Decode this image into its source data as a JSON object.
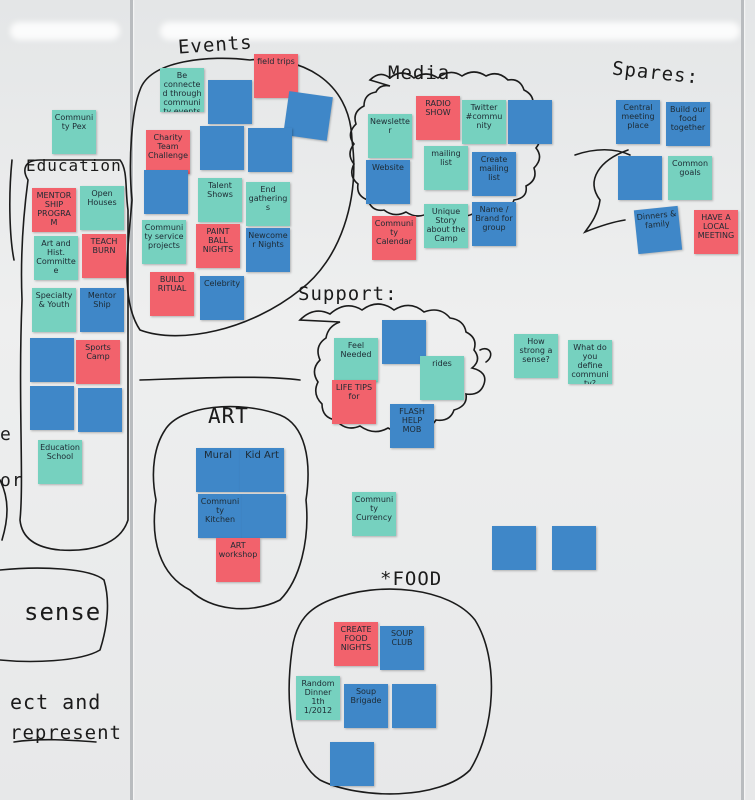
{
  "board": {
    "section_titles": {
      "events": "Events",
      "media": "Media",
      "spares": "Spares:",
      "education": "Education",
      "support": "Support:",
      "art": "ART",
      "food": "*FOOD"
    },
    "left_panel_text": {
      "line1": "sense",
      "line2": "ect and",
      "line3": "represent",
      "edge1": "e",
      "edge2": "or"
    },
    "notes": {
      "community_pex": "Community Pex",
      "education": {
        "mentorship_program": "MENTOR SHIP PROGRAM",
        "open_houses": "Open Houses",
        "art_and_history": "Art and Hist. Committee",
        "teach_burn": "TEACH BURN",
        "specialty_youth": "Specialty & Youth",
        "mentorship": "Mentor Ship",
        "sports_camp": "Sports Camp",
        "education_school": "Education School"
      },
      "events": {
        "be_connected": "Be connected through community events",
        "field_trips": "field trips",
        "charity_team_challenge": "Charity Team Challenge",
        "talent_shows": "Talent Shows",
        "end_gatherings": "End gatherings",
        "community_service": "Community service projects",
        "paintball_nights": "PAINT BALL NIGHTS",
        "newcomer_nights": "Newcomer Nights",
        "build_ritual": "BUILD RITUAL",
        "celebrity": "Celebrity"
      },
      "media": {
        "radio_show": "RADIO SHOW",
        "twitter": "Twitter #community",
        "newsletter": "Newsletter",
        "mailing_list": "mailing list",
        "create_mailing_list": "Create mailing list",
        "website": "Website",
        "community_calendar": "Community Calendar",
        "unique_story": "Unique Story about the Camp",
        "name_brand": "Name / Brand for group"
      },
      "spares": {
        "central_meeting": "Central meeting place",
        "build_our_food": "Build our food together",
        "common_goals": "Common goals",
        "dinners_family": "Dinners & family",
        "have_local_meeting": "HAVE A LOCAL MEETING"
      },
      "support": {
        "feel_needed": "Feel Needed",
        "life_tips": "LIFE TIPS for",
        "flash_help_mob": "FLASH HELP MOB",
        "rides": "rides",
        "how_strong_sense": "How strong a sense?",
        "what_do_you_define": "What do you define community?"
      },
      "art": {
        "mural": "Mural",
        "kid_art": "Kid Art",
        "community_kitchen": "Community Kitchen",
        "art_workshop": "ART workshop"
      },
      "community_currency": "Community Currency",
      "food": {
        "create_food_nights": "CREATE FOOD NIGHTS",
        "soup_club": "SOUP CLUB",
        "random_dinner": "Random Dinner 1th 1/2012",
        "soup_brigade": "Soup Brigade"
      }
    },
    "colors": {
      "blue_note": "#3f87c8",
      "teal_note": "#76d1bf",
      "pink_note": "#f2626c",
      "whiteboard": "#e9eaea",
      "marker_ink": "#1b1b1b"
    }
  }
}
